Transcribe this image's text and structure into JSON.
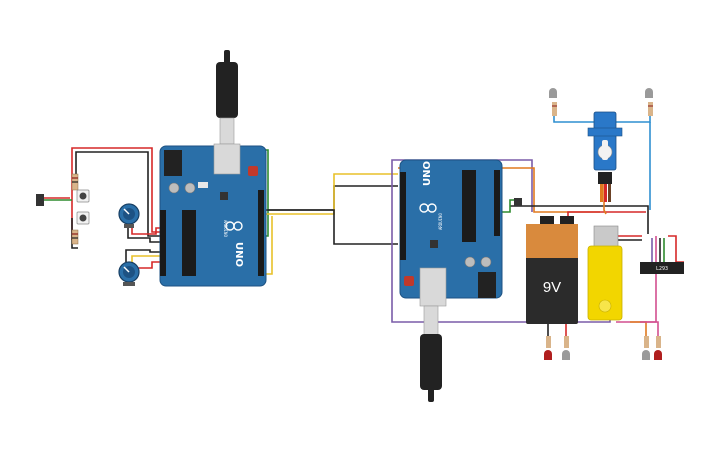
{
  "canvas": {
    "background": "#ffffff"
  },
  "boards": [
    {
      "id": "arduino-left",
      "logo": "UNO",
      "brand": "ARDUINO"
    },
    {
      "id": "arduino-right",
      "logo": "UNO",
      "brand": "ARDUINO"
    }
  ],
  "battery": {
    "label": "9V"
  },
  "driver_chip": {
    "label": "L293"
  },
  "colors": {
    "board": "#2a6fa8",
    "board_dark": "#1d5283",
    "wire_red": "#d62828",
    "wire_black": "#222222",
    "wire_green": "#2e8b2e",
    "wire_yellow": "#e8c12a",
    "wire_blue": "#2f8fd0",
    "wire_purple": "#7a5ca8",
    "wire_orange": "#e07a1f",
    "wire_pink": "#d24f8f",
    "battery_orange": "#d98a3d",
    "battery_body": "#2b2b2b",
    "motor_yellow": "#f2d600",
    "servo_blue": "#2a78c8"
  }
}
